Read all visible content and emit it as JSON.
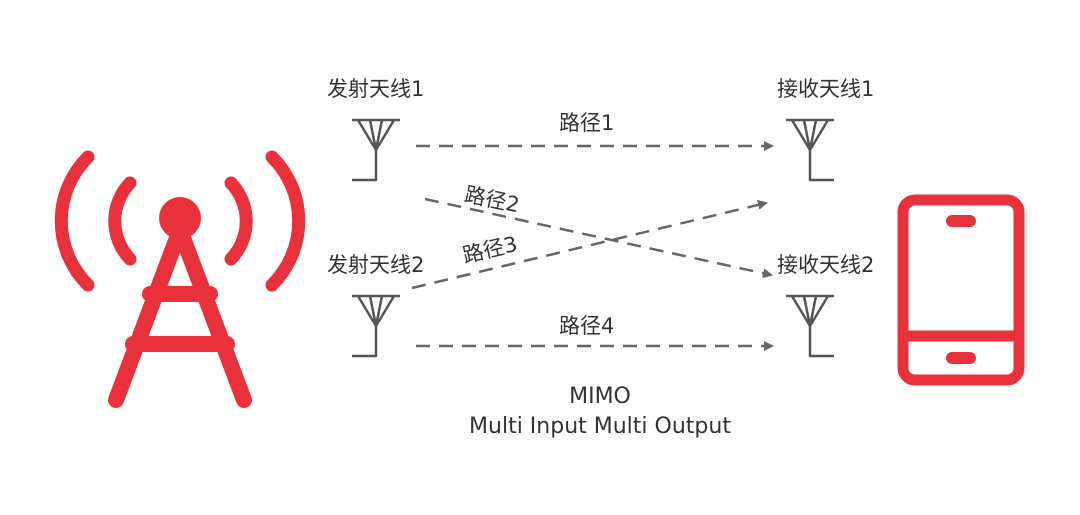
{
  "colors": {
    "accent": "#E8313B",
    "line": "#555555",
    "arrow": "#666666",
    "text": "#333333"
  },
  "icons": {
    "tower": "cell-tower-icon",
    "phone": "smartphone-icon",
    "antenna": "antenna-icon"
  },
  "tx_antennas": [
    {
      "label": "发射天线1"
    },
    {
      "label": "发射天线2"
    }
  ],
  "rx_antennas": [
    {
      "label": "接收天线1"
    },
    {
      "label": "接收天线2"
    }
  ],
  "paths": [
    {
      "label": "路径1",
      "from": "发射天线1",
      "to": "接收天线1"
    },
    {
      "label": "路径2",
      "from": "发射天线1",
      "to": "接收天线2"
    },
    {
      "label": "路径3",
      "from": "发射天线2",
      "to": "接收天线1"
    },
    {
      "label": "路径4",
      "from": "发射天线2",
      "to": "接收天线2"
    }
  ],
  "caption": {
    "title": "MIMO",
    "subtitle": "Multi Input Multi Output"
  }
}
